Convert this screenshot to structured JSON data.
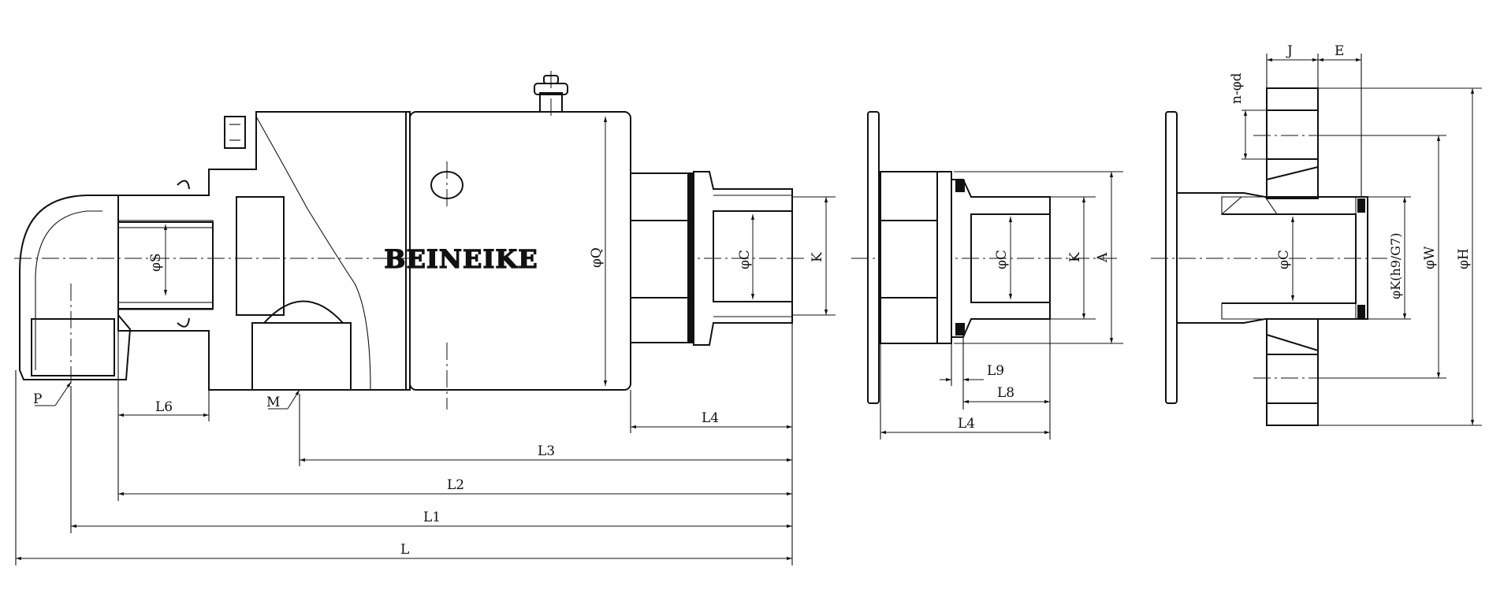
{
  "brand": "BEINEIKE",
  "labels": {
    "phi_s": "φS",
    "phi_q": "φQ",
    "phi_c": "φC",
    "k": "K",
    "a": "A",
    "p": "P",
    "m": "M",
    "l6": "L6",
    "l4": "L4",
    "l3": "L3",
    "l2": "L2",
    "l1": "L1",
    "l": "L",
    "l9": "L9",
    "l8": "L8",
    "j": "J",
    "e": "E",
    "n_phi_d": "n-φd",
    "phi_k_fit": "φK(h9/G7)",
    "phi_w": "φW",
    "phi_h": "φH"
  }
}
